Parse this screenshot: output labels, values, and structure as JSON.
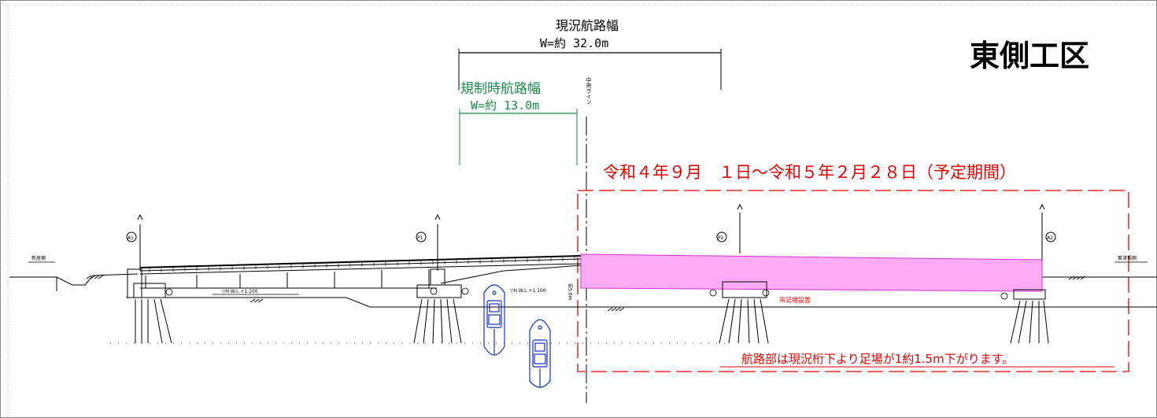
{
  "labels": {
    "current_width_title": "現況航路幅",
    "current_width_value": "W=約 32.0m",
    "restricted_width_title": "規制時航路幅",
    "restricted_width_value": "W=約 13.0m",
    "section_title": "東側工区",
    "center_line": "中央ライン",
    "period": "令和４年９月　１日～令和５年２月２８日（予定期間）",
    "scaffold_note": "航路部は現況桁下より足場が1約1.5m下がります。",
    "suspended_scaffold": "吊足場設置",
    "left_side": "新居側",
    "right_side": "鷲津場側",
    "hwl_left": "▽H.W.L +1.100",
    "hwl_mid": "▽H.W.L +1.100",
    "clearance": "約5.0m"
  },
  "piers": [
    "A1",
    "P1",
    "P2",
    "A2"
  ],
  "colors": {
    "green": "#1a8a4a",
    "red": "#e60000",
    "highlight_fill": "#ffaaf5",
    "highlight_stroke": "#cc33cc",
    "boat": "#1030c8"
  }
}
